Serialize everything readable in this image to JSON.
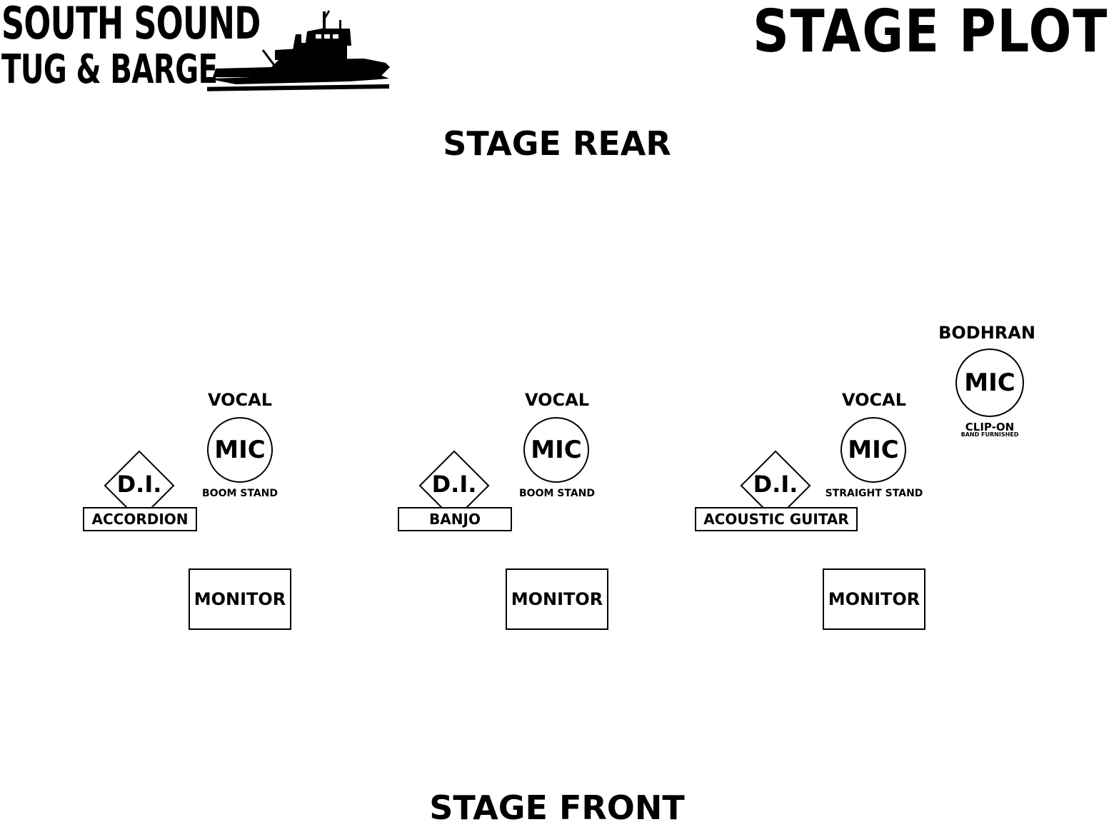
{
  "logo": {
    "line1": "SOUTH SOUND",
    "line2": "TUG & BARGE"
  },
  "title": "STAGE PLOT",
  "stage_rear": "STAGE REAR",
  "stage_front": "STAGE FRONT",
  "stations": [
    {
      "vocal": "VOCAL",
      "mic": "MIC",
      "stand": "BOOM STAND",
      "di": "D.I.",
      "instrument": "ACCORDION",
      "monitor": "MONITOR"
    },
    {
      "vocal": "VOCAL",
      "mic": "MIC",
      "stand": "BOOM STAND",
      "di": "D.I.",
      "instrument": "BANJO",
      "monitor": "MONITOR"
    },
    {
      "vocal": "VOCAL",
      "mic": "MIC",
      "stand": "STRAIGHT STAND",
      "di": "D.I.",
      "instrument": "ACOUSTIC GUITAR",
      "monitor": "MONITOR"
    }
  ],
  "bodhran": {
    "label": "BODHRAN",
    "mic": "MIC",
    "mount": "CLIP-ON",
    "note": "BAND FURNISHED"
  }
}
